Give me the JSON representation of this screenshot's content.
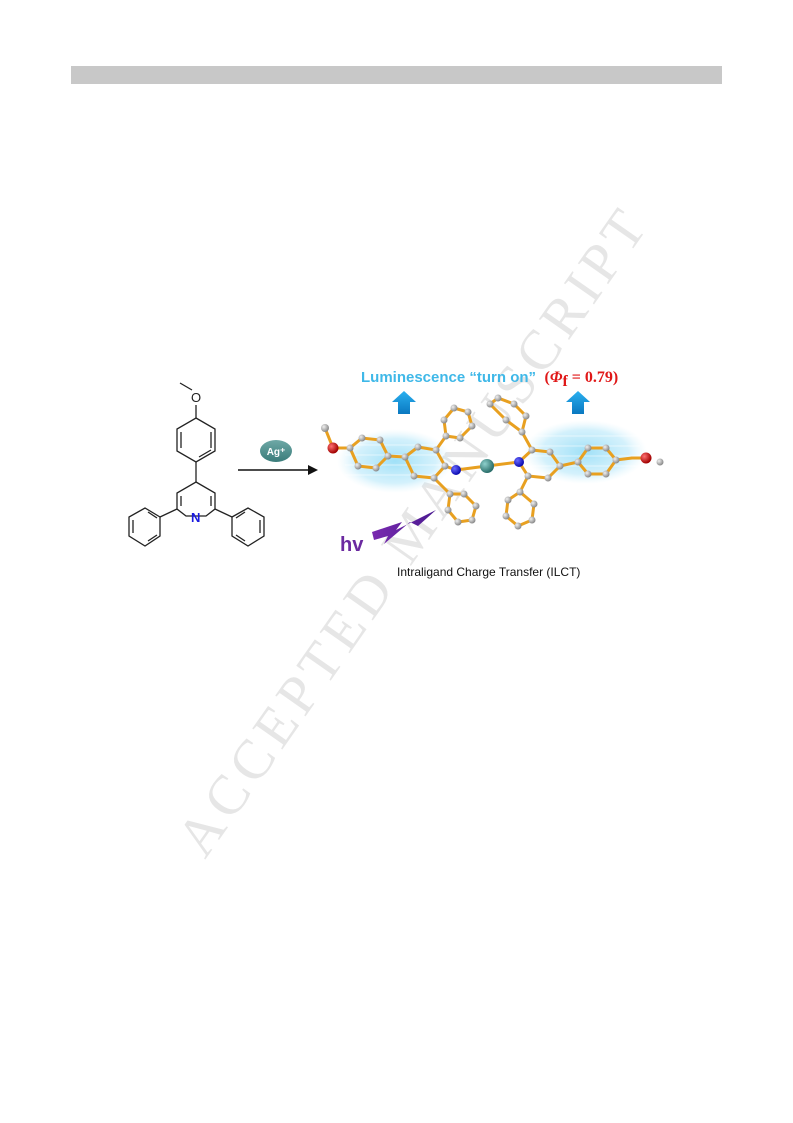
{
  "watermark": "ACCEPTED MANUSCRIPT",
  "graphic": {
    "ligand": {
      "oxygen_label": "O",
      "nitrogen_label": "N"
    },
    "reagent_label": "Ag⁺",
    "luminescence_text": "Luminescence “turn on”",
    "quantum_yield_text": "(Φ = 0.79)",
    "quantum_yield_symbol": "Φ",
    "quantum_yield_subscript": "f",
    "quantum_yield_rest": " = 0.79)",
    "quantum_yield_open": "(",
    "light_label": "hv",
    "caption": "Intraligand Charge Transfer (ILCT)",
    "colors": {
      "luminescence": "#3fb8e8",
      "quantum_yield": "#e01818",
      "light": "#6b2aa0",
      "glow": "#7fd6f5",
      "bond": "#e8a020",
      "silver": "#3f8a86",
      "nitrogen": "#1414d0",
      "oxygen": "#d01010"
    }
  }
}
